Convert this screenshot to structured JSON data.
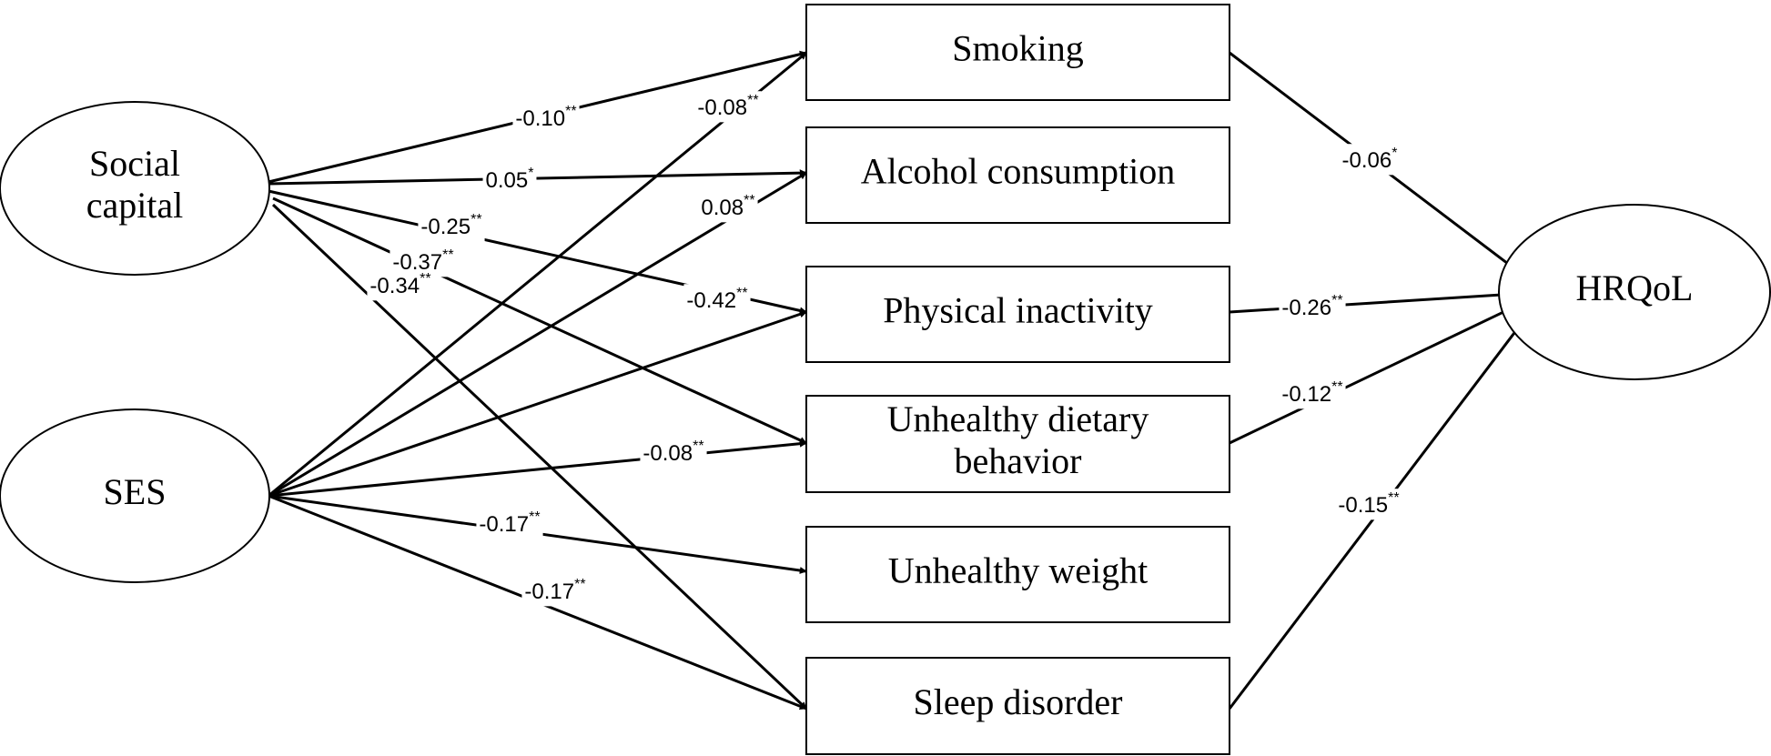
{
  "nodes": {
    "social_capital": {
      "lines": [
        "Social",
        "capital"
      ],
      "shape": "ellipse"
    },
    "ses": {
      "lines": [
        "SES"
      ],
      "shape": "ellipse"
    },
    "smoking": {
      "lines": [
        "Smoking"
      ],
      "shape": "box"
    },
    "alcohol": {
      "lines": [
        "Alcohol consumption"
      ],
      "shape": "box"
    },
    "physical": {
      "lines": [
        "Physical inactivity"
      ],
      "shape": "box"
    },
    "dietary": {
      "lines": [
        "Unhealthy dietary",
        "behavior"
      ],
      "shape": "box"
    },
    "weight": {
      "lines": [
        "Unhealthy weight"
      ],
      "shape": "box"
    },
    "sleep": {
      "lines": [
        "Sleep disorder"
      ],
      "shape": "box"
    },
    "hrqol": {
      "lines": [
        "HRQoL"
      ],
      "shape": "ellipse"
    }
  },
  "edges": [
    {
      "from": "social_capital",
      "to": "smoking",
      "coef": "-0.10",
      "sig": "**"
    },
    {
      "from": "social_capital",
      "to": "alcohol",
      "coef": "0.05",
      "sig": "*"
    },
    {
      "from": "social_capital",
      "to": "physical",
      "coef": "-0.25",
      "sig": "**"
    },
    {
      "from": "social_capital",
      "to": "dietary",
      "coef": "-0.37",
      "sig": "**"
    },
    {
      "from": "social_capital",
      "to": "sleep",
      "coef": "-0.34",
      "sig": "**"
    },
    {
      "from": "ses",
      "to": "smoking",
      "coef": "-0.08",
      "sig": "**"
    },
    {
      "from": "ses",
      "to": "alcohol",
      "coef": "0.08",
      "sig": "**"
    },
    {
      "from": "ses",
      "to": "physical",
      "coef": "-0.42",
      "sig": "**"
    },
    {
      "from": "ses",
      "to": "dietary",
      "coef": "-0.08",
      "sig": "**"
    },
    {
      "from": "ses",
      "to": "weight",
      "coef": "-0.17",
      "sig": "**"
    },
    {
      "from": "ses",
      "to": "sleep",
      "coef": "-0.17",
      "sig": "**"
    },
    {
      "from": "smoking",
      "to": "hrqol",
      "coef": "-0.06",
      "sig": "*"
    },
    {
      "from": "physical",
      "to": "hrqol",
      "coef": "-0.26",
      "sig": "**"
    },
    {
      "from": "dietary",
      "to": "hrqol",
      "coef": "-0.12",
      "sig": "**"
    },
    {
      "from": "sleep",
      "to": "hrqol",
      "coef": "-0.15",
      "sig": "**"
    }
  ]
}
